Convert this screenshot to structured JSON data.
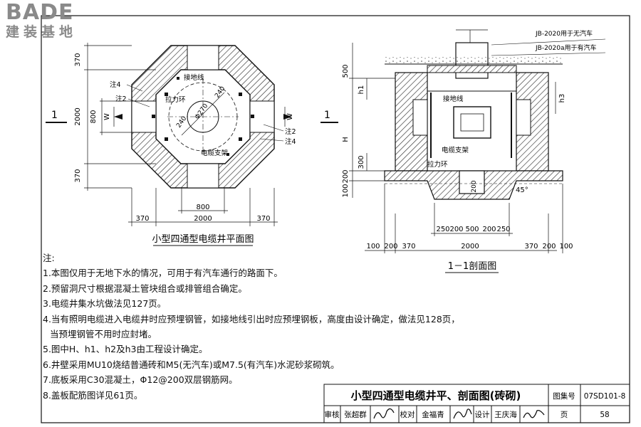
{
  "logo": {
    "en": "BADE",
    "cn": "建装基地"
  },
  "plan": {
    "caption": "小型四通型电缆井平面图",
    "section_mark": "1",
    "dims": {
      "top": "370",
      "mid": "2000",
      "bot": "370",
      "w800": "800",
      "w_left": "W",
      "w_right": "W",
      "bottom_left": "370",
      "bottom_mid": "2000",
      "bottom_right": "370",
      "bottom_800": "800",
      "d240a": "240",
      "d240b": "240",
      "d270": "Φ270"
    },
    "labels": {
      "ground": "接地线",
      "pull_ring": "拉力环",
      "bracket": "电缆支架",
      "note2_l": "注2",
      "note4_l": "注4",
      "note2_r": "注2",
      "note4_r": "注4"
    }
  },
  "section": {
    "caption": "1－1剖面图",
    "section_mark": "1",
    "jb_no_car": "JB-2020用于无汽车",
    "jb_car": "JB-2020a用于有汽车",
    "labels": {
      "ground": "接地线",
      "bracket": "电缆支架",
      "pull_ring": "拉力环"
    },
    "left_dims": {
      "d500": "500",
      "h1": "h1",
      "H": "H",
      "d300": "300",
      "d200": "200",
      "d100": "100"
    },
    "right_dims": {
      "h3": "h3",
      "angle": "45°",
      "d200": "200"
    },
    "bottom_row1": [
      "250",
      "200",
      "500",
      "200",
      "250"
    ],
    "bottom_row2": [
      "100",
      "200",
      "370",
      "2000",
      "370",
      "200",
      "100"
    ]
  },
  "notes": {
    "heading": "注:",
    "items": [
      "1.本图仅用于无地下水的情况，可用于有汽车通行的路面下。",
      "2.预留洞尺寸根据混凝土管块组合或排管组合确定。",
      "3.电缆井集水坑做法见127页。",
      "4.当有照明电缆进入电缆井时应预埋钢管，如接地线引出时应预埋钢板，高度由设计确定，做法见128页，",
      "当预埋钢管不用时应封堵。",
      "5.图中H、h1、h2及h3由工程设计确定。",
      "6.井壁采用MU10烧结普通砖和M5(无汽车)或M7.5(有汽车)水泥砂浆砌筑。",
      "7.底板采用C30混凝土，Φ12@200双层钢筋网。",
      "8.盖板配筋图详见61页。"
    ]
  },
  "titleblock": {
    "title": "小型四通型电缆井平、剖面图(砖砌)",
    "atlas_label": "图集号",
    "atlas_no": "07SD101-8",
    "review": "审核",
    "reviewer": "张超群",
    "check": "校对",
    "checker": "金福青",
    "design": "设计",
    "designer": "王庆海",
    "page_label": "页",
    "page_no": "58"
  }
}
